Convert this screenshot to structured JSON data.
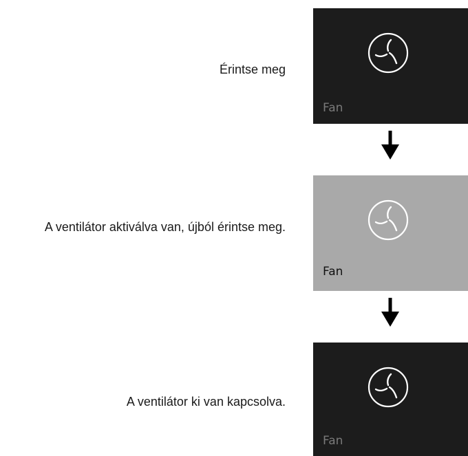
{
  "steps": [
    {
      "caption": "Érintse meg",
      "tile_label": "Fan",
      "tile_state": "inactive",
      "tile_bg": "#1c1c1c",
      "label_color": "#7a7a7a"
    },
    {
      "caption": "A ventilátor aktiválva van, újból érintse meg.",
      "tile_label": "Fan",
      "tile_state": "active",
      "tile_bg": "#a9a9a9",
      "label_color": "#111111"
    },
    {
      "caption": "A ventilátor ki van kapcsolva.",
      "tile_label": "Fan",
      "tile_state": "inactive",
      "tile_bg": "#1c1c1c",
      "label_color": "#7a7a7a"
    }
  ],
  "icons": {
    "tile_icon": "fan-icon",
    "connector": "arrow-down-icon"
  },
  "colors": {
    "icon_stroke": "#ffffff",
    "arrow": "#000000"
  }
}
